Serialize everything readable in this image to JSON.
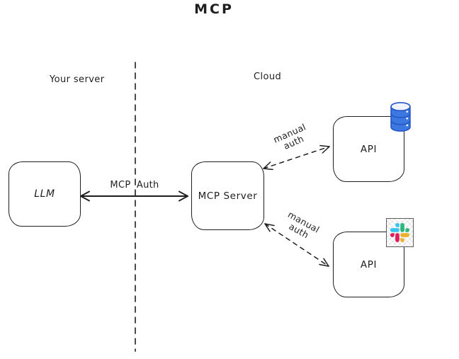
{
  "title": "MCP",
  "regions": {
    "left_label": "Your server",
    "right_label": "Cloud"
  },
  "nodes": {
    "llm": {
      "label": "LLM"
    },
    "mcp_server": {
      "label": "MCP Server"
    },
    "api_db": {
      "label": "API",
      "icon": "database-icon"
    },
    "api_slack": {
      "label": "API",
      "icon": "slack-icon"
    }
  },
  "edges": {
    "mcp_auth": {
      "label": "MCP Auth",
      "style": "solid",
      "bidirectional": true
    },
    "manual_auth_top": {
      "label": "manual auth",
      "style": "dashed",
      "bidirectional": true
    },
    "manual_auth_bottom": {
      "label": "manual auth",
      "style": "dashed",
      "bidirectional": true
    }
  },
  "colors": {
    "stroke": "#1e1e1e",
    "database_blue": "#3b79e1",
    "database_outline": "#2555c7",
    "slack_blue": "#36C5F0",
    "slack_green": "#2EB67D",
    "slack_red": "#E01E5A",
    "slack_yellow": "#ECB22C"
  }
}
